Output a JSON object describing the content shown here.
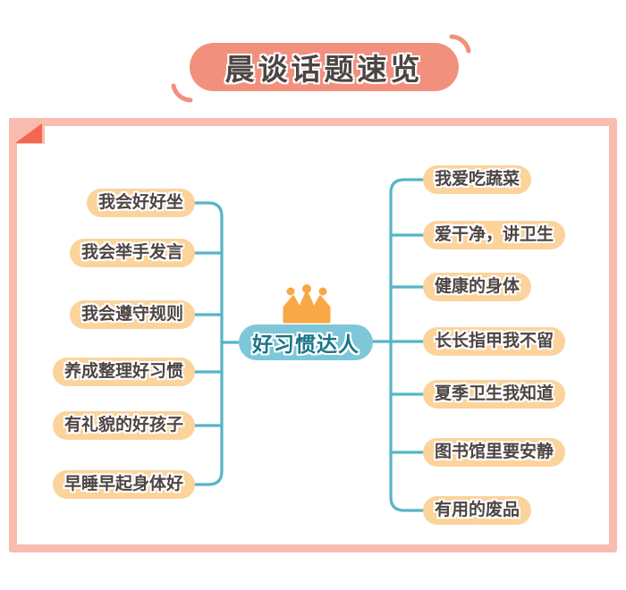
{
  "title": {
    "text": "晨谈话题速览"
  },
  "mindmap": {
    "center": {
      "label": "好习惯达人",
      "icon": "crown-icon"
    },
    "left": {
      "items": [
        "我会好好坐",
        "我会举手发言",
        "我会遵守规则",
        "养成整理好习惯",
        "有礼貌的好孩子",
        "早睡早起身体好"
      ]
    },
    "right": {
      "items": [
        "我爱吃蔬菜",
        "爱干净，讲卫生",
        "健康的身体",
        "长长指甲我不留",
        "夏季卫生我知道",
        "图书馆里要安静",
        "有用的废品"
      ]
    }
  },
  "colors": {
    "badge": "#F2907E",
    "fold": "#F2674D",
    "frame": "#F9BCAF",
    "pill": "#FBD39B",
    "ink": "#4D4543",
    "line": "#56B5C6",
    "center-bg": "#7EC7D8",
    "center-ink": "#1B7488",
    "crown": "#F9A845"
  }
}
